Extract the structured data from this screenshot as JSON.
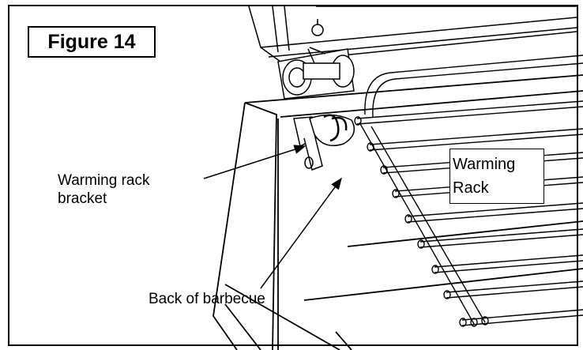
{
  "figure": {
    "label": "Figure 14",
    "callouts": {
      "warming_rack_bracket": [
        "Warming rack",
        "bracket"
      ],
      "back_of_barbecue": "Back of barbecue",
      "warming_rack": [
        "Warming",
        "Rack"
      ]
    }
  },
  "colors": {
    "line": "#000000",
    "background": "#ffffff"
  }
}
